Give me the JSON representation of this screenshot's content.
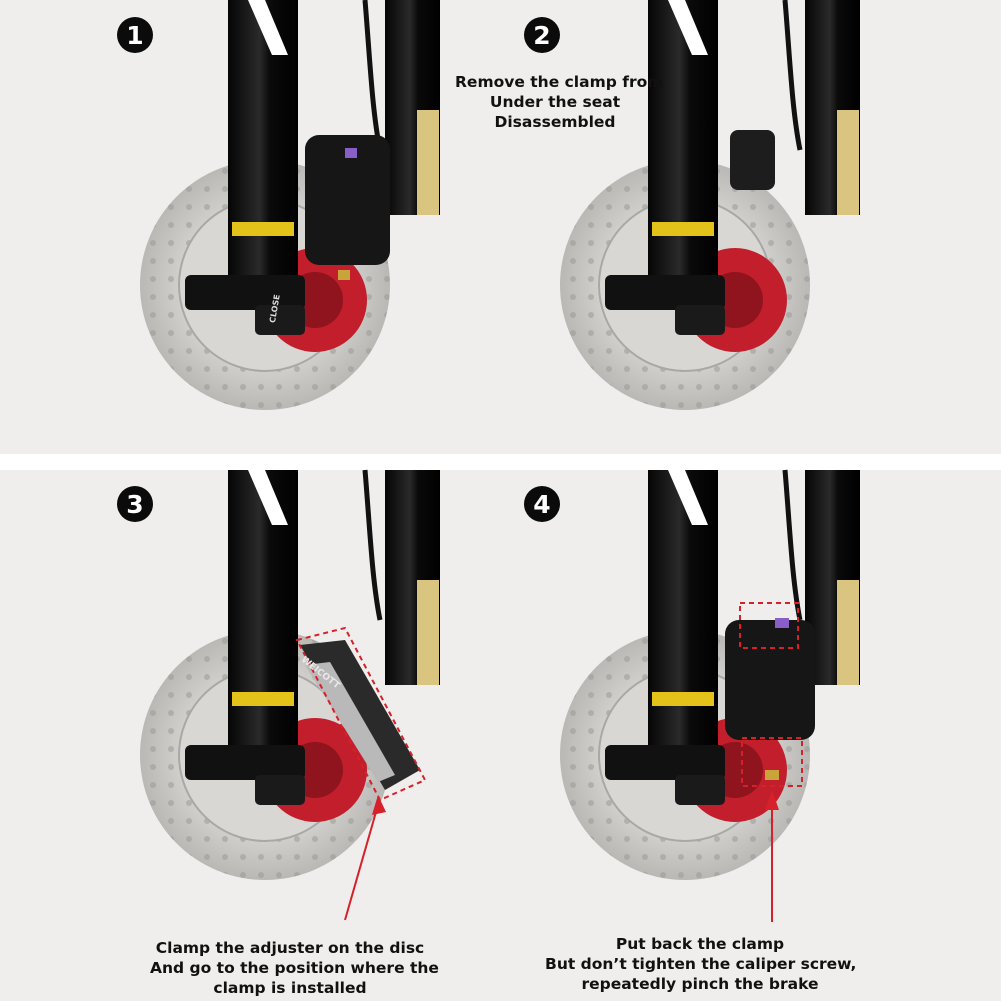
{
  "colors": {
    "background": "#efeeec",
    "fork": "#0d0d0d",
    "rotor": "#c9c9c6",
    "hub": "#c21e2b",
    "highlight_box": "#d6202a",
    "arrow": "#d6202a"
  },
  "steps": [
    {
      "number": "1",
      "caption": []
    },
    {
      "number": "2",
      "caption": [
        "Remove the clamp from",
        "Under the seat",
        "Disassembled"
      ]
    },
    {
      "number": "3",
      "caption": [
        "Clamp the adjuster on the disc",
        "And go to the position where the",
        "clamp is installed"
      ]
    },
    {
      "number": "4",
      "caption": [
        "Put back the clamp",
        "But don’t tighten the caliper screw,",
        "repeatedly pinch the brake"
      ]
    }
  ],
  "product_text": {
    "adjuster_brand": "WEICOTT",
    "lever_mark": "CLOSE"
  }
}
